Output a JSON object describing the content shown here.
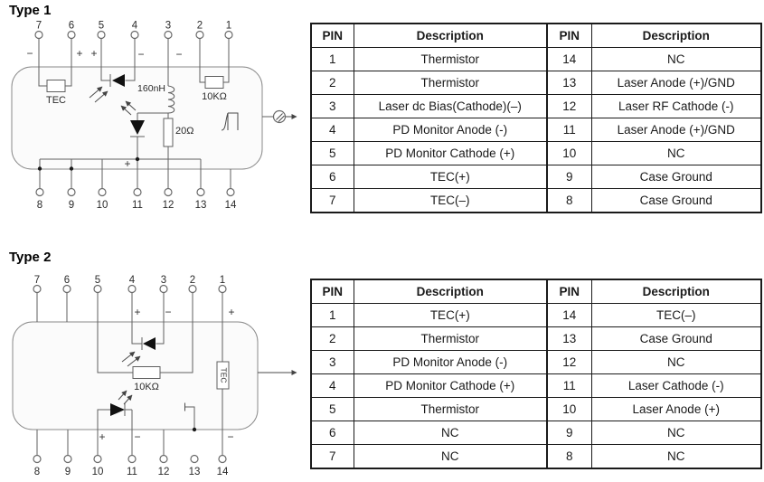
{
  "titles": {
    "type1": "Type 1",
    "type2": "Type 2"
  },
  "signs": {
    "plus": "+",
    "minus": "−"
  },
  "diagram1": {
    "top_pins": [
      "7",
      "6",
      "5",
      "4",
      "3",
      "2",
      "1"
    ],
    "bottom_pins": [
      "8",
      "9",
      "10",
      "11",
      "12",
      "13",
      "14"
    ],
    "labels": {
      "tec": "TEC",
      "inductor": "160nH",
      "series_resistor": "20Ω",
      "thermistor_resistor": "10KΩ"
    }
  },
  "diagram2": {
    "top_pins": [
      "7",
      "6",
      "5",
      "4",
      "3",
      "2",
      "1"
    ],
    "bottom_pins": [
      "8",
      "9",
      "10",
      "11",
      "12",
      "13",
      "14"
    ],
    "labels": {
      "thermistor_resistor": "10KΩ",
      "tec": "TEC"
    }
  },
  "tables": [
    {
      "headers": [
        "PIN",
        "Description",
        "PIN",
        "Description"
      ],
      "rows": [
        [
          "1",
          "Thermistor",
          "14",
          "NC"
        ],
        [
          "2",
          "Thermistor",
          "13",
          "Laser Anode (+)/GND"
        ],
        [
          "3",
          "Laser dc Bias(Cathode)(–)",
          "12",
          "Laser RF Cathode (-)"
        ],
        [
          "4",
          "PD Monitor Anode (-)",
          "11",
          "Laser Anode (+)/GND"
        ],
        [
          "5",
          "PD Monitor Cathode (+)",
          "10",
          "NC"
        ],
        [
          "6",
          "TEC(+)",
          "9",
          "Case Ground"
        ],
        [
          "7",
          "TEC(–)",
          "8",
          "Case Ground"
        ]
      ]
    },
    {
      "headers": [
        "PIN",
        "Description",
        "PIN",
        "Description"
      ],
      "rows": [
        [
          "1",
          "TEC(+)",
          "14",
          "TEC(–)"
        ],
        [
          "2",
          "Thermistor",
          "13",
          "Case Ground"
        ],
        [
          "3",
          "PD Monitor Anode (-)",
          "12",
          "NC"
        ],
        [
          "4",
          "PD Monitor Cathode (+)",
          "11",
          "Laser Cathode (-)"
        ],
        [
          "5",
          "Thermistor",
          "10",
          "Laser Anode (+)"
        ],
        [
          "6",
          "NC",
          "9",
          "NC"
        ],
        [
          "7",
          "NC",
          "8",
          "NC"
        ]
      ]
    }
  ]
}
